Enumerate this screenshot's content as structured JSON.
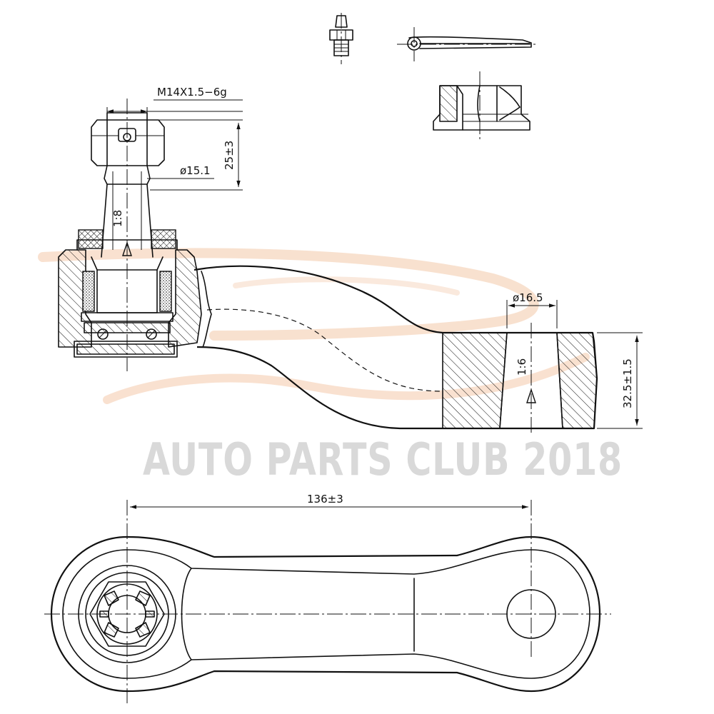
{
  "watermark": {
    "text": "AUTO PARTS CLUB 2018",
    "logo": "car-swoosh-logo",
    "logo_color": "#f4c9a9",
    "text_color": "#d9d9d9"
  },
  "dimensions": {
    "thread": "M14X1.5−6g",
    "stud_height": "25±3",
    "stud_diameter": "ø15.1",
    "taper_stud": "1:8",
    "hole_diameter": "ø16.5",
    "taper_hole": "1:6",
    "arm_thickness": "32.5±1.5",
    "center_distance": "136±3"
  },
  "components": [
    "grease-fitting-icon",
    "cotter-pin-icon",
    "castle-nut-icon"
  ]
}
